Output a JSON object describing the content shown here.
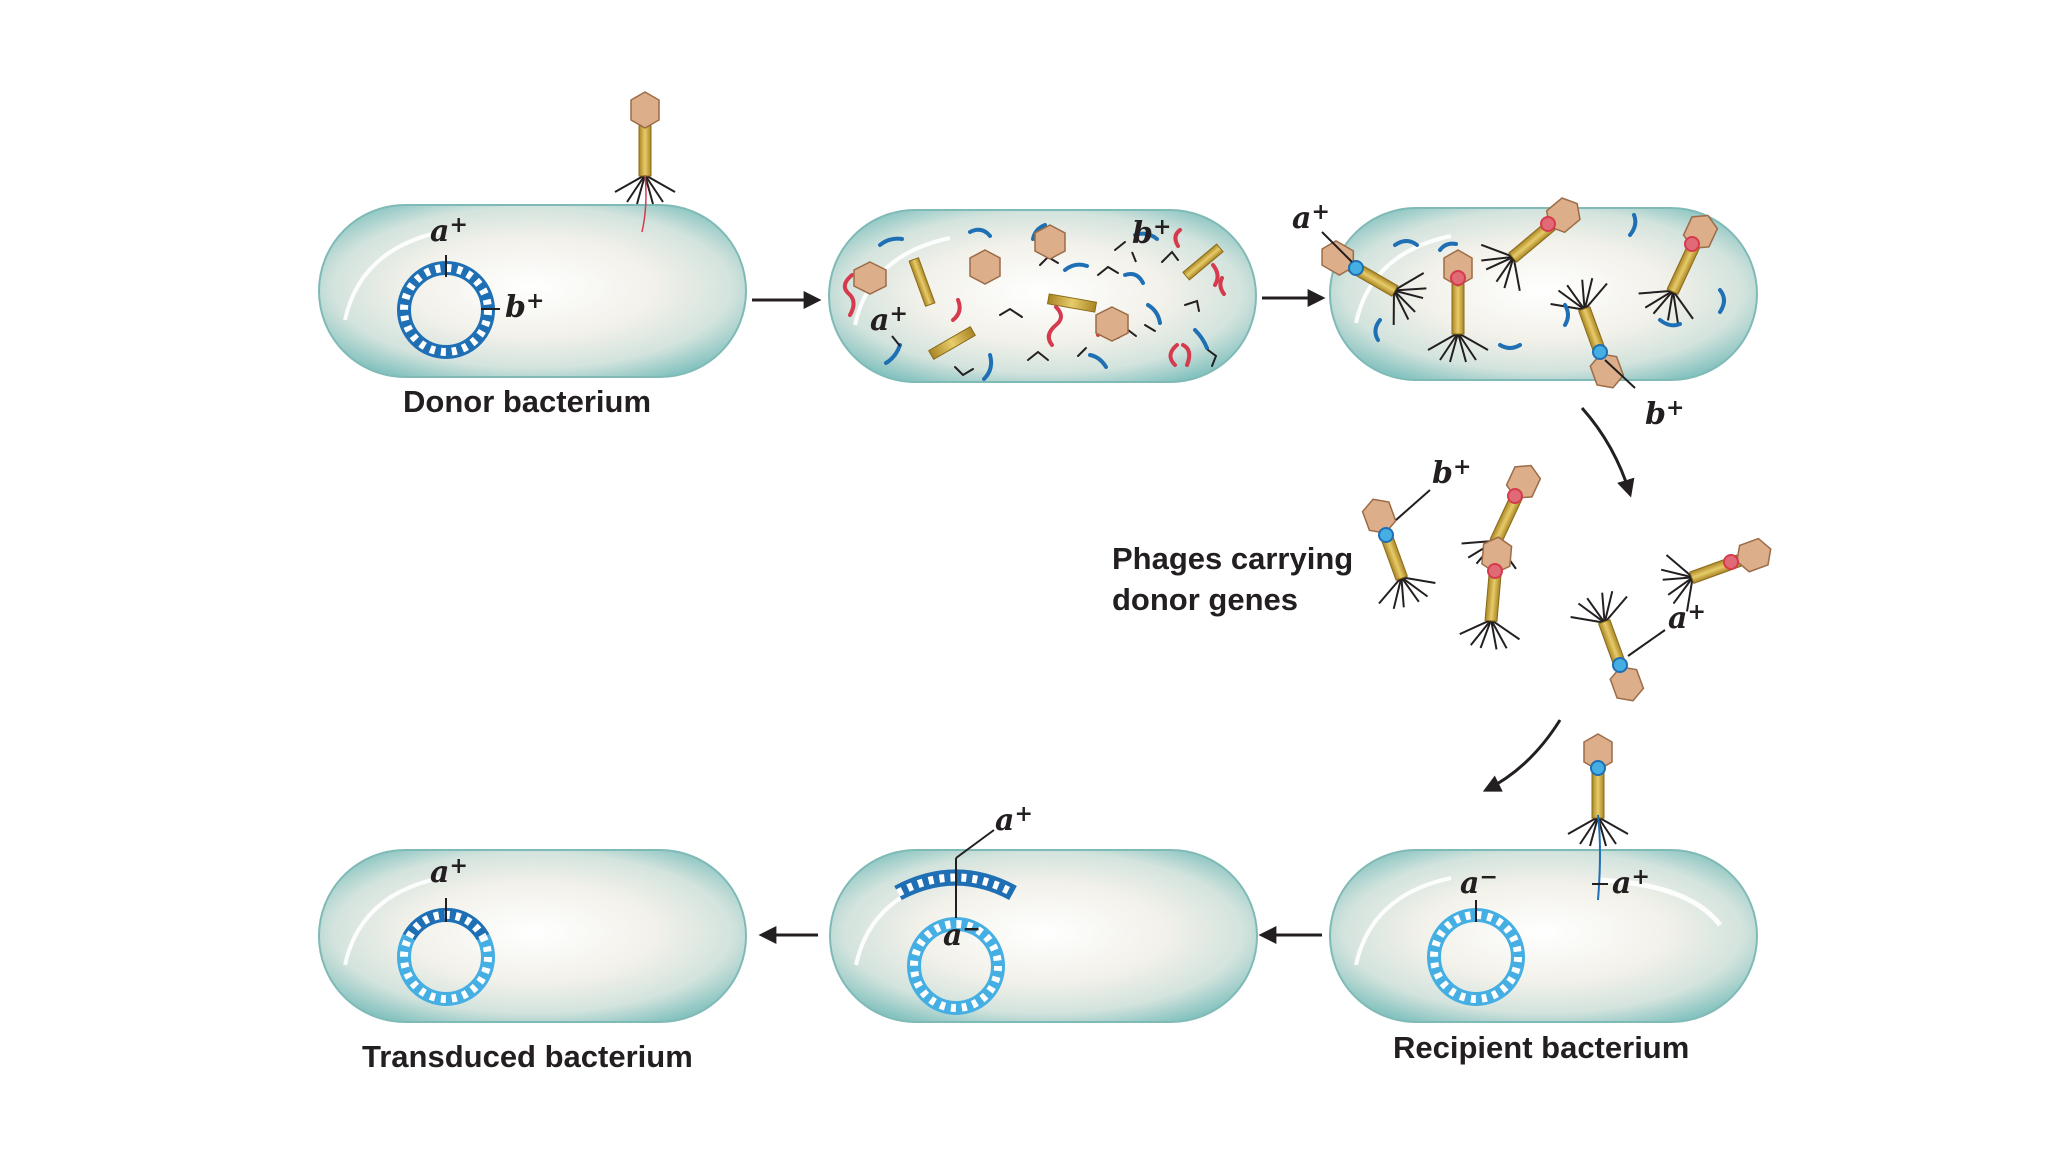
{
  "labels": {
    "donor": "Donor bacterium",
    "phages": [
      "Phages carrying",
      "donor genes"
    ],
    "recipient": "Recipient bacterium",
    "transduced": "Transduced bacterium"
  },
  "genes": {
    "a_plus": {
      "letter": "a",
      "sign": "+"
    },
    "b_plus": {
      "letter": "b",
      "sign": "+"
    },
    "a_minus": {
      "letter": "a",
      "sign": "−"
    }
  },
  "colors": {
    "cell_edge": "#86c3c0",
    "cell_core": "#f3f2ec",
    "dna_dark_blue": "#1f6fb5",
    "dna_light_blue": "#45aee3",
    "dna_red": "#d63a4d",
    "phage_head": "#d8a47c",
    "phage_tail": "#c8a53a",
    "ink": "#231f20"
  },
  "icons": [
    "arrow-right-icon",
    "arrow-left-icon",
    "curved-arrow-icon",
    "phage-icon",
    "chromosome-icon"
  ]
}
